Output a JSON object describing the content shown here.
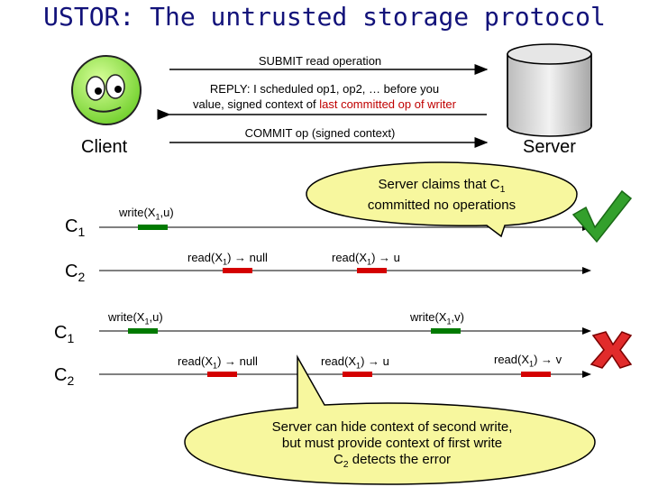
{
  "title": "USTOR: The untrusted storage protocol",
  "messages": {
    "submit": "SUBMIT read operation",
    "reply_line1": "REPLY: I scheduled op1, op2, … before you",
    "reply_line2_prefix": "value, signed context of ",
    "reply_line2_highlight": "last committed op of writer",
    "commit": "COMMIT op (signed context)"
  },
  "actors": {
    "client": "Client",
    "server": "Server"
  },
  "colors": {
    "title": "#12127a",
    "write_mark": "#007a00",
    "read_mark": "#d40000",
    "bubble": "#f7f79e",
    "highlight_text": "#c00000"
  },
  "scenario1": {
    "c1_label": "C",
    "c1_sub": "1",
    "c2_label": "C",
    "c2_sub": "2",
    "ops": [
      {
        "pre": "write(X",
        "sub": "1",
        "post": ",u)",
        "kind": "write"
      },
      {
        "pre": "read(X",
        "sub": "1",
        "post": ") → null",
        "kind": "read"
      },
      {
        "pre": "read(X",
        "sub": "1",
        "post": ") → u",
        "kind": "read"
      }
    ],
    "bubble": {
      "line1_pre": "Server claims that C",
      "line1_sub": "1",
      "line2": "committed no operations"
    },
    "result_icon": "checkmark-icon"
  },
  "scenario2": {
    "c1_label": "C",
    "c1_sub": "1",
    "c2_label": "C",
    "c2_sub": "2",
    "ops": [
      {
        "pre": "write(X",
        "sub": "1",
        "post": ",u)",
        "kind": "write"
      },
      {
        "pre": "write(X",
        "sub": "1",
        "post": ",v)",
        "kind": "write"
      },
      {
        "pre": "read(X",
        "sub": "1",
        "post": ") → null",
        "kind": "read"
      },
      {
        "pre": "read(X",
        "sub": "1",
        "post": ") → u",
        "kind": "read"
      },
      {
        "pre": "read(X",
        "sub": "1",
        "post": ") → v",
        "kind": "read"
      }
    ],
    "bubble": {
      "line1": "Server can hide context of second write,",
      "line2": "but must provide context of first write",
      "line3_pre": "C",
      "line3_sub": "2",
      "line3_post": " detects the error"
    },
    "result_icon": "cross-icon"
  }
}
